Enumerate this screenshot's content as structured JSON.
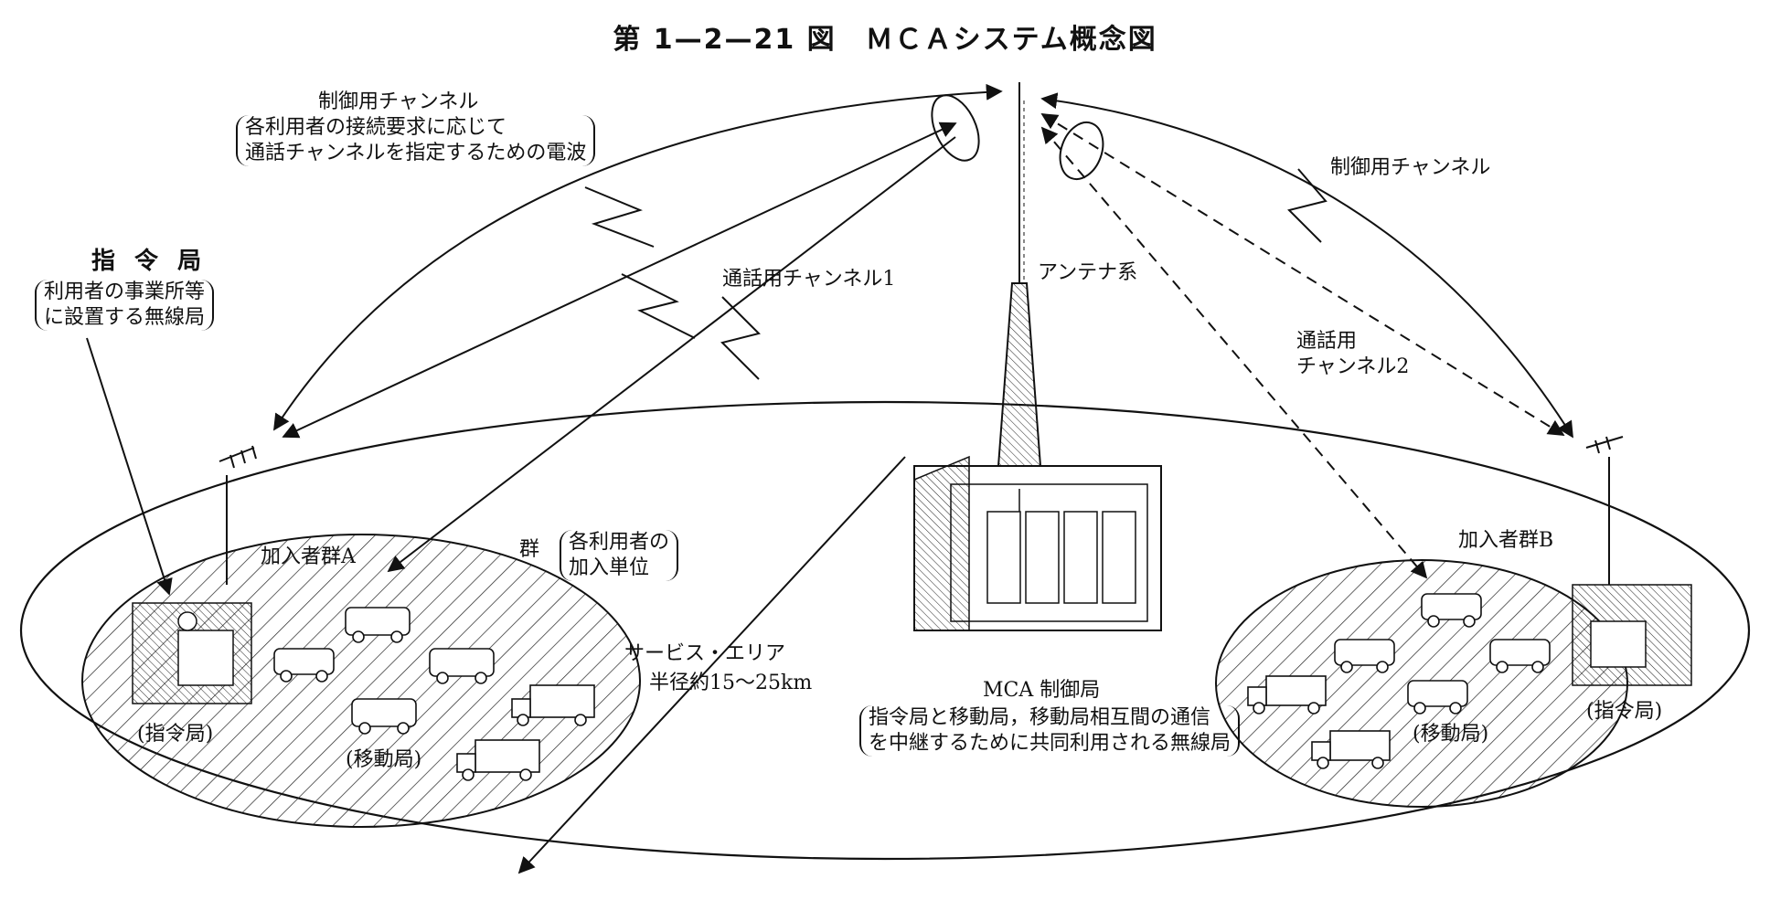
{
  "title": "第 1—2—21 図　ＭＣＡシステム概念図",
  "labels": {
    "control_channel_left": "制御用チャンネル",
    "control_channel_left_desc_1": "各利用者の接続要求に応じて",
    "control_channel_left_desc_2": "通話チャンネルを指定するための電波",
    "control_channel_right": "制御用チャンネル",
    "dispatch_station_heading": "指 令 局",
    "dispatch_station_desc_1": "利用者の事業所等",
    "dispatch_station_desc_2": "に設置する無線局",
    "call_channel_1": "通話用チャンネル1",
    "antenna_system": "アンテナ系",
    "call_channel_2_line1": "通話用",
    "call_channel_2_line2": "チャンネル2",
    "subscriber_group_a": "加入者群A",
    "subscriber_group_b": "加入者群B",
    "group": "群",
    "group_desc_1": "各利用者の",
    "group_desc_2": "加入単位",
    "service_area_1": "サービス・エリア",
    "service_area_2": "半径約15～25km",
    "mca_control_station": "MCA 制御局",
    "mca_desc_1": "指令局と移動局，移動局相互間の通信",
    "mca_desc_2": "を中継するために共同利用される無線局",
    "dispatch_left": "(指令局)",
    "dispatch_right": "(指令局)",
    "mobile_left": "(移動局)",
    "mobile_right": "(移動局)"
  }
}
